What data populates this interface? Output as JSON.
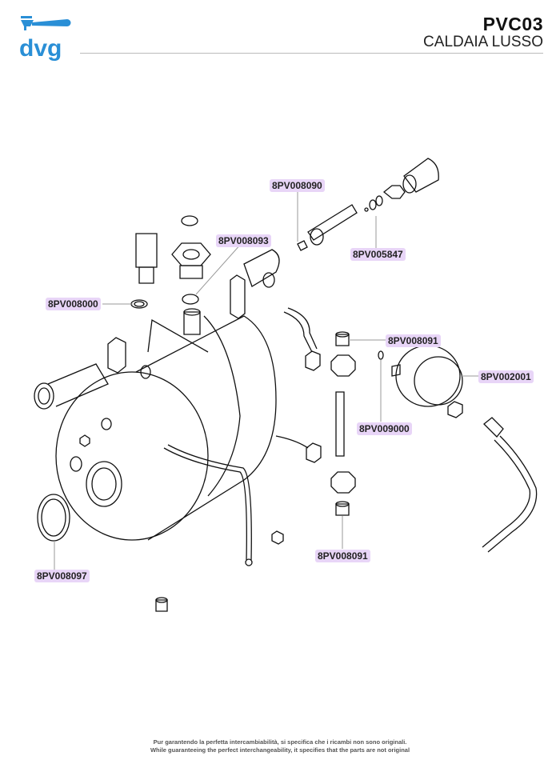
{
  "header": {
    "brand": "dvg",
    "code": "PVC03",
    "name": "CALDAIA LUSSO",
    "brand_color": "#2a8fd6"
  },
  "labels": [
    {
      "id": "8PV008090"
    },
    {
      "id": "8PV005847"
    },
    {
      "id": "8PV008093"
    },
    {
      "id": "8PV008000"
    },
    {
      "id": "8PV008091"
    },
    {
      "id": "8PV002001"
    },
    {
      "id": "8PV009000"
    },
    {
      "id": "8PV008091"
    },
    {
      "id": "8PV008097"
    }
  ],
  "label_color": "#e8d5f7",
  "footer": {
    "line1": "Pur garantendo la perfetta intercambiabilità, si specifica che i ricambi non sono originali.",
    "line2": "While guaranteeing the perfect interchangeability, it specifies that the parts are not original"
  }
}
